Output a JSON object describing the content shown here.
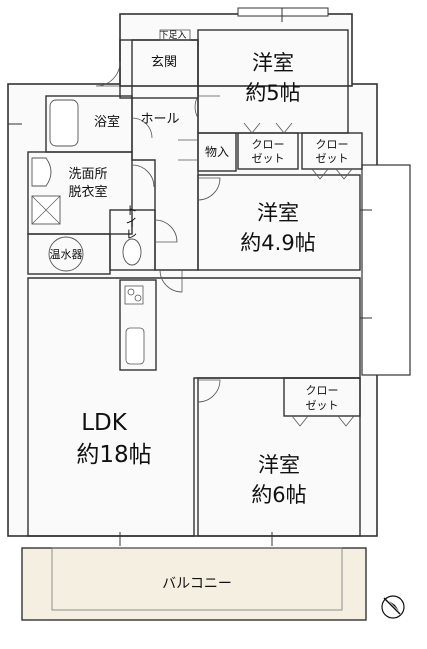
{
  "rooms": {
    "western1": {
      "name": "洋室",
      "size": "約5帖"
    },
    "western2": {
      "name": "洋室",
      "size": "約4.9帖"
    },
    "western3": {
      "name": "洋室",
      "size": "約6帖"
    },
    "ldk": {
      "name": "LDK",
      "size": "約18帖"
    },
    "genkan": "玄関",
    "shitasokuiri": "下足入",
    "hall": "ホール",
    "bath": "浴室",
    "washroom_line1": "洗面所",
    "washroom_line2": "脱衣室",
    "toilet": "トイレ",
    "water_heater": "温水器",
    "storage": "物入",
    "balcony": "バルコニー"
  },
  "closets": {
    "line1": "クロー",
    "line2": "ゼット"
  },
  "colors": {
    "floor_wood": "#f6e7cb",
    "floor_stripe": "#e8cfa2",
    "wet_area": "#e6f1fb",
    "tile": "#ececec",
    "closet": "#ebe6f1",
    "wall": "#333333",
    "balcony": "#f5efe2"
  },
  "icons": [
    "north-arrow-icon",
    "bathtub-icon",
    "washbasin-icon",
    "toilet-icon",
    "stove-icon",
    "sink-icon",
    "washer-pan-icon"
  ]
}
